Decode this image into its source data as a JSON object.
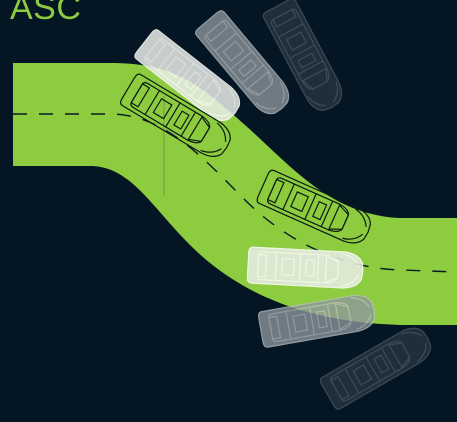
{
  "title": "ASC",
  "colors": {
    "background": "#041523",
    "lane": "#8dcb3f",
    "center_line": "#0c1a24",
    "car_outline": "#0b1b12",
    "ghost_light": "#e8ece6",
    "ghost_mid": "#9aa3a8",
    "ghost_dark": "#3a4650"
  },
  "vehicles": [
    {
      "id": "ghost-top-1",
      "style": "light-ghost",
      "opacity": 0.85
    },
    {
      "id": "ghost-top-2",
      "style": "mid-ghost",
      "opacity": 0.75
    },
    {
      "id": "ghost-top-3",
      "style": "dark-ghost",
      "opacity": 0.7
    },
    {
      "id": "car-1",
      "style": "wireframe",
      "opacity": 1
    },
    {
      "id": "car-2",
      "style": "wireframe",
      "opacity": 1
    },
    {
      "id": "ghost-bottom-1",
      "style": "light-ghost",
      "opacity": 0.85
    },
    {
      "id": "ghost-bottom-2",
      "style": "mid-ghost",
      "opacity": 0.75
    },
    {
      "id": "ghost-bottom-3",
      "style": "dark-ghost",
      "opacity": 0.7
    }
  ]
}
